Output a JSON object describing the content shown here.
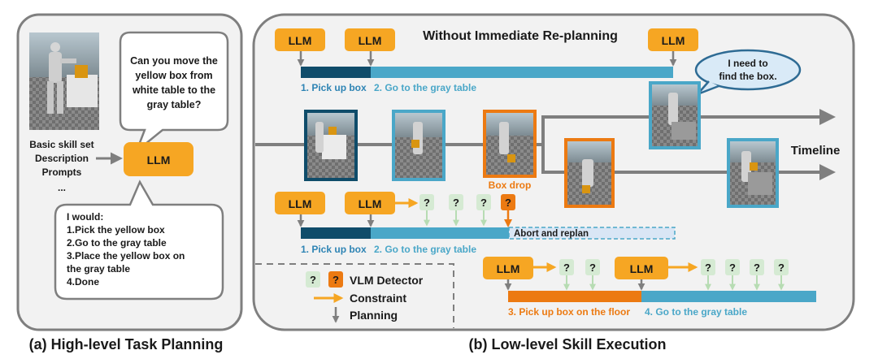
{
  "colors": {
    "llm_orange": "#f6a623",
    "detector_green": "#d5ead3",
    "detector_orange": "#ec7a12",
    "dark_blue": "#0f4c6a",
    "light_blue": "#4aa7c8",
    "panel_bg": "#f2f2f2",
    "panel_border": "#7f7f7f",
    "arrow_gray": "#7f7f7f",
    "arrow_orange": "#f6a623",
    "abort_bg": "#d9e6f5",
    "text_blue": "#2e84b4",
    "text_orange": "#ec7a12"
  },
  "left_panel": {
    "user_bubble_lines": [
      "Can you move the",
      "yellow box from",
      "white table to the",
      "gray table?"
    ],
    "llm_label": "LLM",
    "inputs_lines": [
      "Basic skill set",
      "Description",
      "Prompts",
      "..."
    ],
    "response_lines": [
      "I would:",
      "1.Pick the yellow box",
      "2.Go to the gray table",
      "3.Place the yellow box on",
      "the gray table",
      "4.Done"
    ],
    "caption": "(a) High-level Task Planning",
    "scene_icon": "robot-scene-image"
  },
  "right_panel": {
    "title": "Without Immediate Re-planning",
    "llm_label": "LLM",
    "detector_q": "?",
    "thought_bubble_lines": [
      "I need to",
      "find the box."
    ],
    "timeline_label": "Timeline",
    "box_drop_label": "Box drop",
    "abort_label": "Abort and replan",
    "row1_skill1": "1. Pick up box",
    "row1_skill2": "2. Go to the gray table",
    "row2_skill1": "1. Pick up box",
    "row2_skill2": "2. Go to the gray table",
    "row3_skill3": "3. Pick up box on the floor",
    "row3_skill4": "4. Go to the gray table",
    "legend": {
      "detector": "VLM Detector",
      "constraint": "Constraint",
      "planning": "Planning"
    },
    "caption": "(b) Low-level Skill Execution",
    "frame_icon": "robot-frame-image"
  }
}
